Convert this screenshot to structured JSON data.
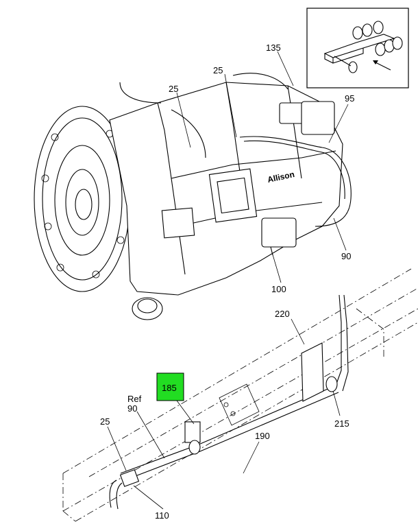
{
  "callouts": {
    "c135": "135",
    "c25_top_right": "25",
    "c25_top_left": "25",
    "c95": "95",
    "c90_right": "90",
    "c100": "100",
    "c220": "220",
    "c185": "185",
    "ref_label": "Ref",
    "c90_ref": "90",
    "c25_bottom": "25",
    "c215": "215",
    "c190": "190",
    "c110": "110"
  },
  "nameplate_text": "Allison",
  "colors": {
    "highlight": "#22dd22",
    "ink": "#000000",
    "paper": "#ffffff"
  }
}
